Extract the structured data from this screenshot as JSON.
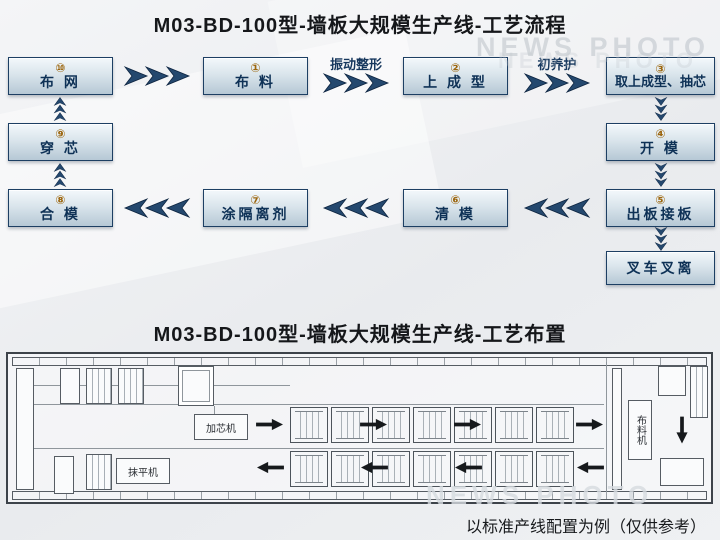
{
  "titles": {
    "flow": "M03-BD-100型-墙板大规模生产线-工艺流程",
    "layout": "M03-BD-100型-墙板大规模生产线-工艺布置"
  },
  "watermark": {
    "text": "NEWS PHOTO"
  },
  "footnote": "以标准产线配置为例（仅供参考）",
  "flow": {
    "nodes": {
      "n10": {
        "num": "⑩",
        "label": "布 网"
      },
      "n1": {
        "num": "①",
        "label": "布 料"
      },
      "n2": {
        "num": "②",
        "label": "上 成 型"
      },
      "n3": {
        "num": "③",
        "label": "取上成型、抽芯"
      },
      "n4": {
        "num": "④",
        "label": "开 模"
      },
      "n5": {
        "num": "⑤",
        "label": "出板接板"
      },
      "n6": {
        "num": "⑥",
        "label": "清 模"
      },
      "n7": {
        "num": "⑦",
        "label": "涂隔离剂"
      },
      "n8": {
        "num": "⑧",
        "label": "合 模"
      },
      "n9": {
        "num": "⑨",
        "label": "穿 芯"
      },
      "fork": {
        "label": "叉车叉离"
      }
    },
    "edge_labels": {
      "vibration": "振动整形",
      "curing": "初养护"
    }
  },
  "layout_drawing": {
    "labels": {
      "core_machine": "加芯机",
      "troweling_machine": "抹平机",
      "distributor": "布料机"
    }
  }
}
